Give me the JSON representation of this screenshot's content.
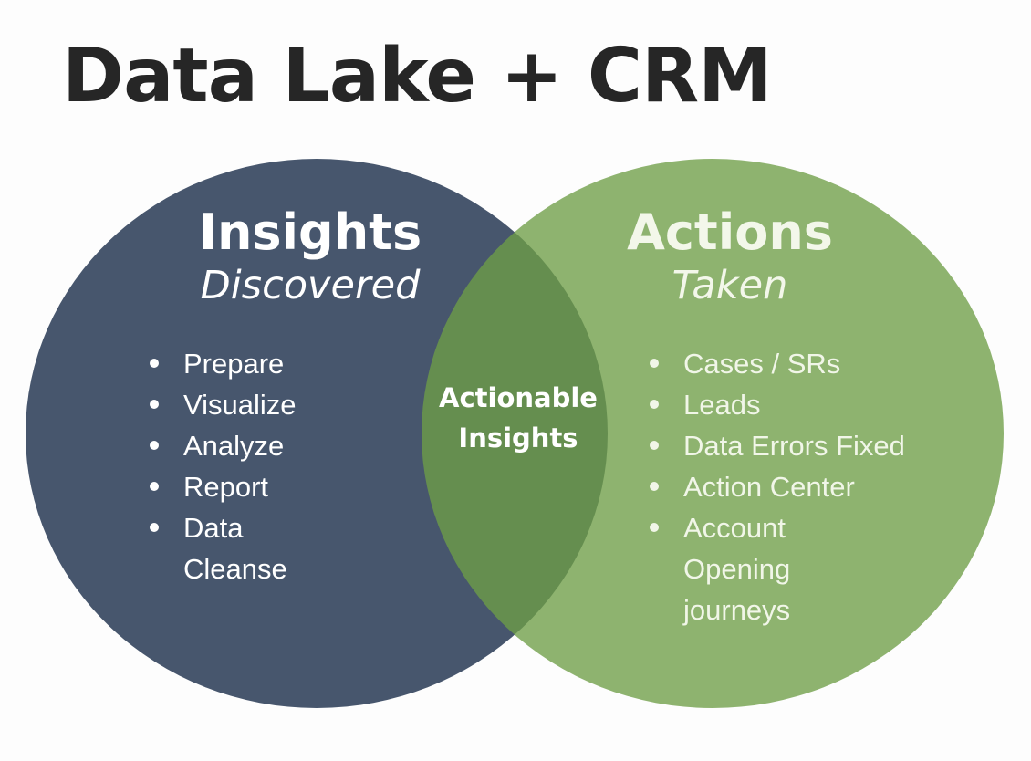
{
  "title": "Data Lake + CRM",
  "colors": {
    "background": "#FDFDFD",
    "title_text": "#262626",
    "left_circle": "#47566D",
    "right_circle_over_white": "#8EB470",
    "right_circle_rgba": "rgba(110,158,71,0.78)",
    "overlap_region": "#65904F",
    "left_text": "#FFFFFF",
    "right_text": "#F1F6E8"
  },
  "left_circle": {
    "heading": "Insights",
    "subheading": "Discovered",
    "items": [
      "Prepare",
      "Visualize",
      "Analyze",
      "Report",
      "Data\nCleanse"
    ]
  },
  "right_circle": {
    "heading": "Actions",
    "subheading": "Taken",
    "items": [
      "Cases / SRs",
      "Leads",
      "Data Errors Fixed",
      "Action Center",
      "Account\nOpening\njourneys"
    ]
  },
  "overlap": {
    "label": "Actionable\nInsights"
  }
}
